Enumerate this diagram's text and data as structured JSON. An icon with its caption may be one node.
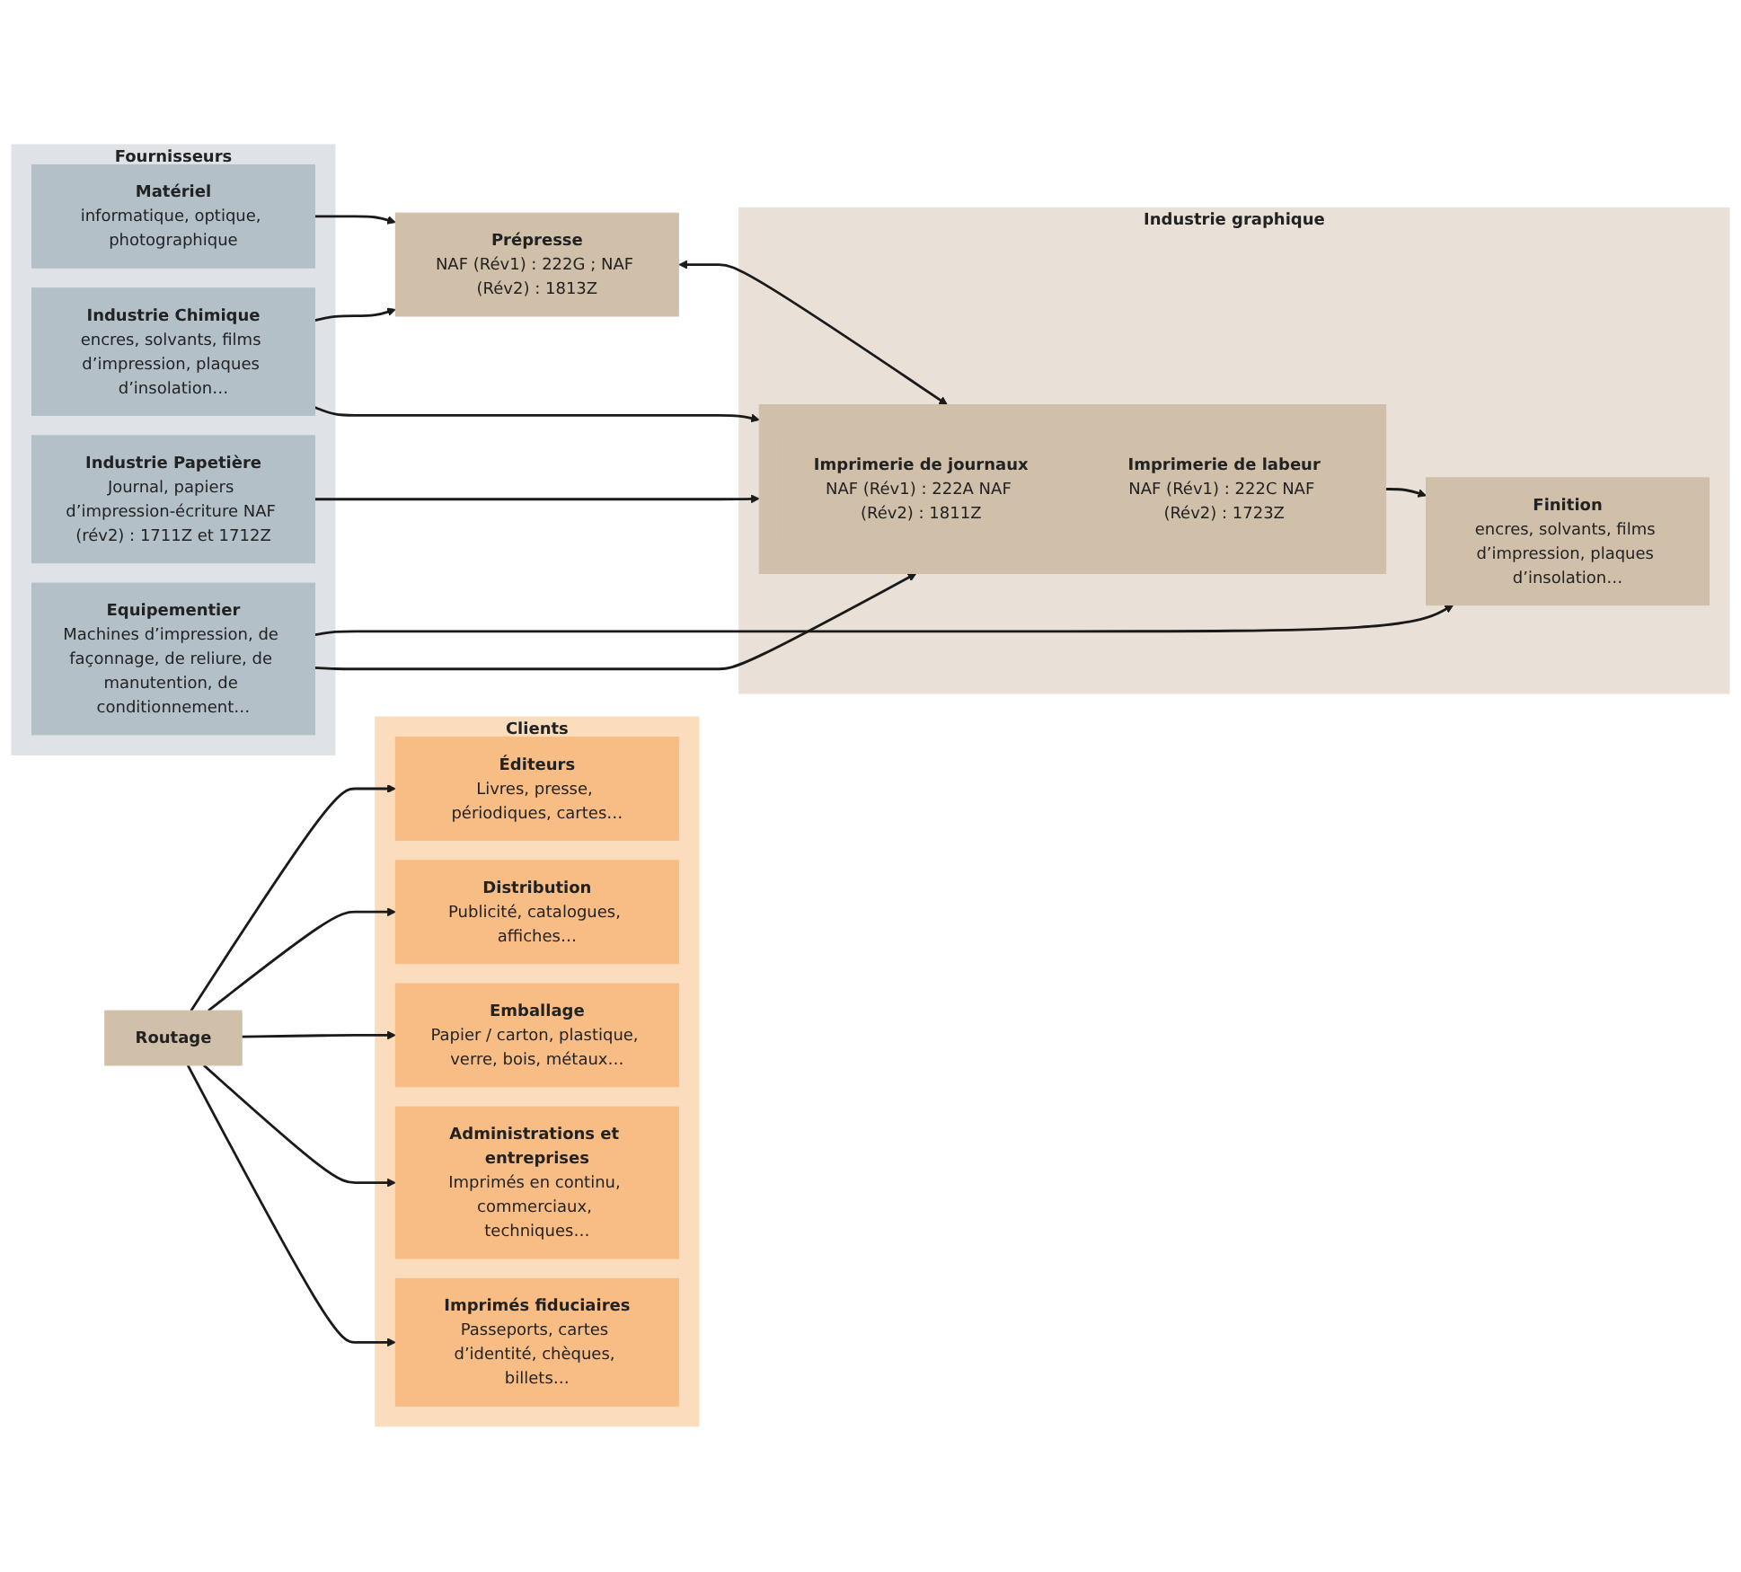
{
  "diagram": {
    "nodes": [
      {
        "text": [
          "Fournisseurs"
        ]
      },
      {
        "text": [
          "Matériel",
          "informatique, optique, photographique"
        ],
        "in": 0
      },
      {
        "text": [
          "Industrie Chimique",
          "encres, solvants, films d’impression, plaques d’insolation…"
        ],
        "in": 0
      },
      {
        "text": [
          "Industrie Papetière",
          "Journal, papiers d’impression-écriture NAF (rév2) : 1711Z et 1712Z"
        ],
        "in": 0
      },
      {
        "text": [
          "Equipementier",
          "Machines d’impression, de façonnage, de reliure, de manutention, de conditionnement…"
        ],
        "in": 0
      },
      {
        "text": [
          "Industrie graphique"
        ]
      },
      {
        "text": [
          "Prépresse",
          "NAF (Rév1) : 222G ; NAF (Rév2) : 1813Z"
        ]
      },
      {
        "text": [],
        "shape": "box",
        "in": 5
      },
      {
        "text": [
          "Imprimerie de journaux",
          "NAF (Rév1) : 222A NAF (Rév2) : 1811Z"
        ],
        "in": 7
      },
      {
        "text": [
          "Imprimerie de labeur",
          "NAF (Rév1) : 222C NAF (Rév2) : 1723Z"
        ],
        "in": 7
      },
      {
        "text": [
          "Finition",
          "encres, solvants, films d’impression, plaques d’insolation…"
        ],
        "in": 5
      },
      {
        "text": [
          "Clients"
        ]
      },
      {
        "text": [
          "Éditeurs",
          "Livres, presse, périodiques, cartes…"
        ],
        "in": 11
      },
      {
        "text": [
          "Distribution",
          "Publicité, catalogues, affiches…"
        ],
        "in": 11
      },
      {
        "text": [
          "Emballage",
          "Papier / carton, plastique, verre, bois, métaux…"
        ],
        "in": 11
      },
      {
        "text": [
          "Administrations et entreprises",
          "Imprimés en continu, commerciaux, techniques…"
        ],
        "in": 11
      },
      {
        "text": [
          "Imprimés fiduciaires",
          "Passeports, cartes d’identité, chèques, billets…"
        ],
        "in": 11
      },
      {
        "text": [
          "Routage"
        ]
      }
    ],
    "edges": [
      {
        "from": 1,
        "to": 6,
        "arrow": "to"
      },
      {
        "from": 2,
        "to": 6,
        "arrow": "to"
      },
      {
        "from": 2,
        "to": 7,
        "arrow": "to"
      },
      {
        "from": 3,
        "to": 7,
        "arrow": "to"
      },
      {
        "from": 4,
        "to": 7,
        "arrow": "to"
      },
      {
        "from": 4,
        "to": 10,
        "arrow": "to"
      },
      {
        "from": 6,
        "to": 7,
        "arrow": "both"
      },
      {
        "from": 7,
        "to": 10,
        "arrow": "to"
      },
      {
        "from": 17,
        "to": 12,
        "arrow": "to"
      },
      {
        "from": 17,
        "to": 13,
        "arrow": "to"
      },
      {
        "from": 17,
        "to": 14,
        "arrow": "to"
      },
      {
        "from": 17,
        "to": 15,
        "arrow": "to"
      },
      {
        "from": 17,
        "to": 16,
        "arrow": "to"
      }
    ]
  }
}
